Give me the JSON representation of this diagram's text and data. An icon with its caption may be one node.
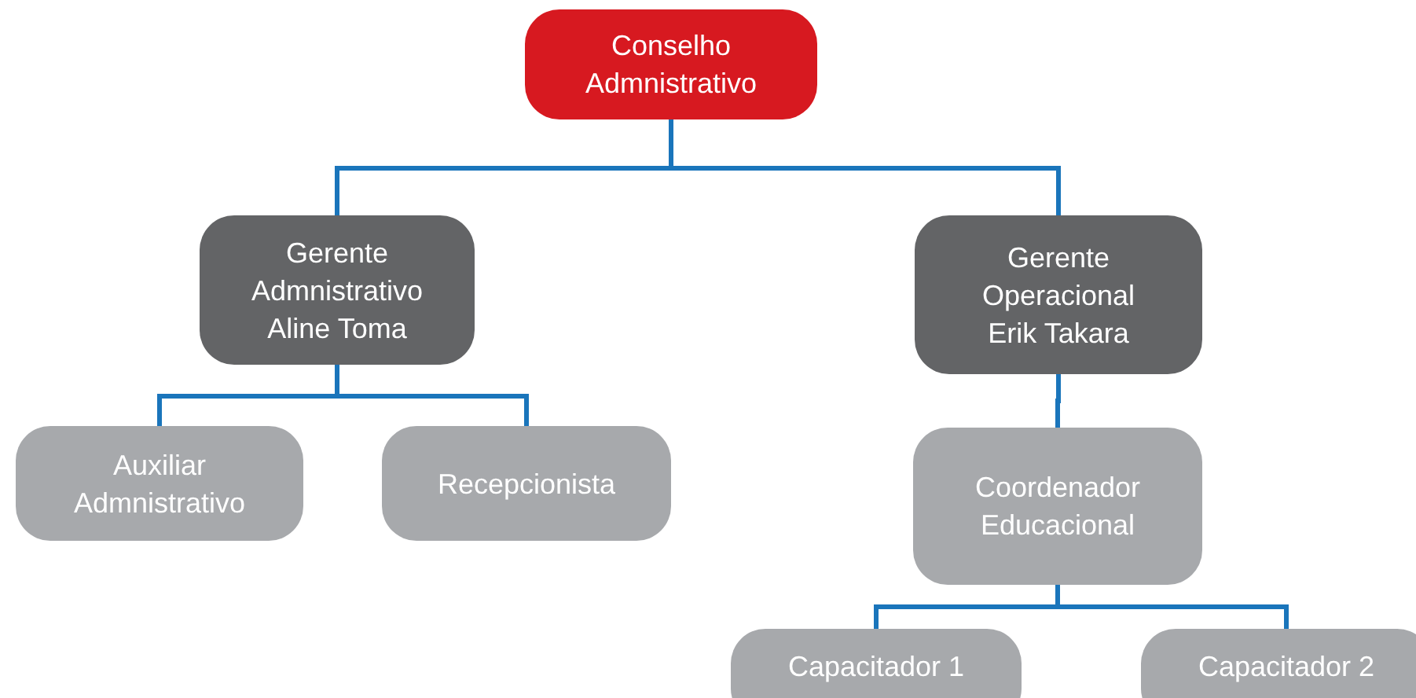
{
  "diagram": {
    "nodes": [
      {
        "text": [
          "Conselho Admnistrativo"
        ]
      },
      {
        "text": [
          "Gerente Admnistrativo Aline Toma"
        ]
      },
      {
        "text": [
          "Gerente Operacional Erik Takara"
        ]
      },
      {
        "text": [
          "Auxiliar Admnistrativo"
        ]
      },
      {
        "text": [
          "Recepcionista"
        ]
      },
      {
        "text": [
          "Coordenador Educacional"
        ]
      },
      {
        "text": [
          "Capacitador 1"
        ]
      },
      {
        "text": [
          "Capacitador 2"
        ]
      }
    ],
    "edges": [
      {
        "from": 0,
        "to": 1,
        "arrow": "none"
      },
      {
        "from": 0,
        "to": 2,
        "arrow": "none"
      },
      {
        "from": 1,
        "to": 3,
        "arrow": "none"
      },
      {
        "from": 1,
        "to": 4,
        "arrow": "none"
      },
      {
        "from": 2,
        "to": 5,
        "arrow": "none"
      },
      {
        "from": 5,
        "to": 6,
        "arrow": "none"
      },
      {
        "from": 5,
        "to": 7,
        "arrow": "none"
      }
    ]
  }
}
